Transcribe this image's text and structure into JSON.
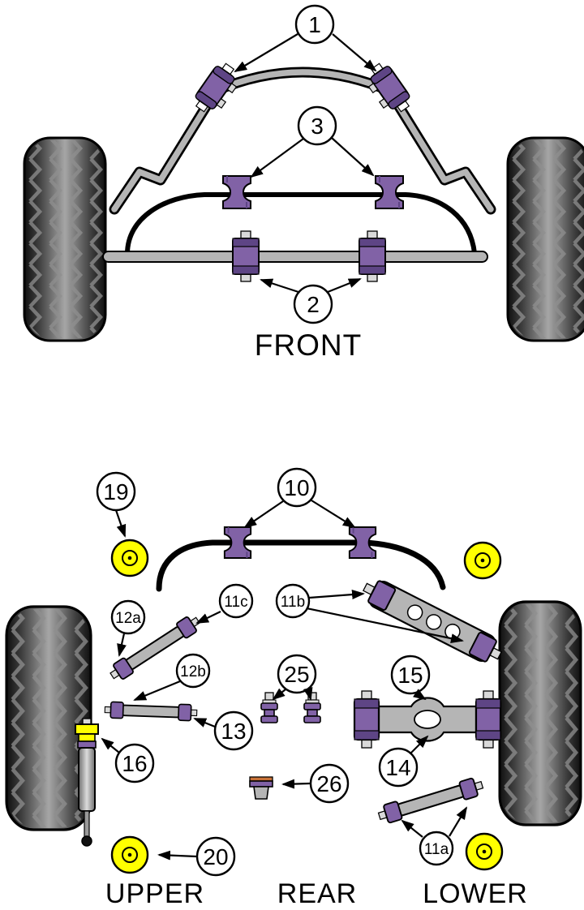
{
  "labels": {
    "front": "FRONT",
    "upper": "UPPER",
    "rear": "REAR",
    "lower": "LOWER"
  },
  "callouts": {
    "c1": "1",
    "c2": "2",
    "c3": "3",
    "c10": "10",
    "c11a": "11a",
    "c11b": "11b",
    "c11c": "11c",
    "c12a": "12a",
    "c12b": "12b",
    "c13": "13",
    "c14": "14",
    "c15": "15",
    "c16": "16",
    "c19": "19",
    "c20": "20",
    "c25": "25",
    "c26": "26"
  },
  "colors": {
    "bushing_purple": "#8162a6",
    "bushing_purple_dark": "#5e4585",
    "mount_yellow": "#ffff00",
    "metal_gray": "#b5b5b5",
    "outline": "#000000"
  }
}
